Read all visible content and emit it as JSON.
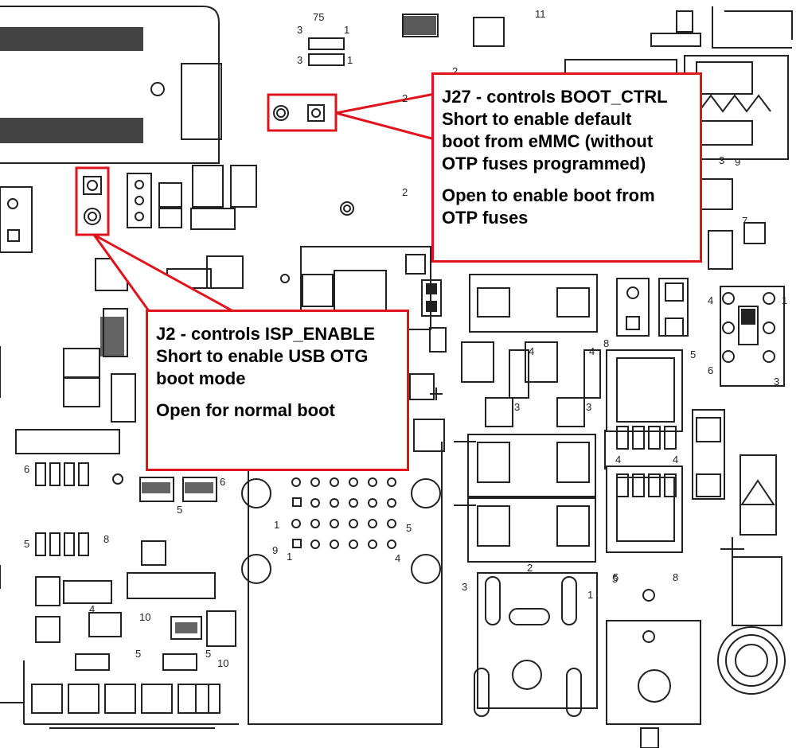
{
  "callouts": {
    "j27": {
      "heading": "J27 - controls BOOT_CTRL",
      "short_lines": [
        "Short to enable default",
        "boot from eMMC (without",
        "OTP fuses programmed)"
      ],
      "open_lines": [
        "Open to enable boot from",
        "OTP fuses"
      ]
    },
    "j2": {
      "heading": "J2 - controls ISP_ENABLE",
      "short_lines": [
        "Short to enable USB OTG",
        "boot mode"
      ],
      "open_lines": [
        "Open for normal boot"
      ]
    }
  },
  "pin_labels": [
    "75",
    "3",
    "1",
    "3",
    "1",
    "11",
    "2",
    "2",
    "2",
    "3",
    "9",
    "7",
    "4",
    "1",
    "6",
    "3",
    "4",
    "4",
    "8",
    "5",
    "3",
    "3",
    "4",
    "5",
    "4",
    "5",
    "6",
    "1",
    "9",
    "5",
    "4",
    "1",
    "2",
    "3",
    "1",
    "5",
    "8",
    "5",
    "6",
    "5",
    "10",
    "5",
    "8",
    "4",
    "10"
  ],
  "colors": {
    "callout_border": "#e0141c",
    "outline": "#222222"
  }
}
